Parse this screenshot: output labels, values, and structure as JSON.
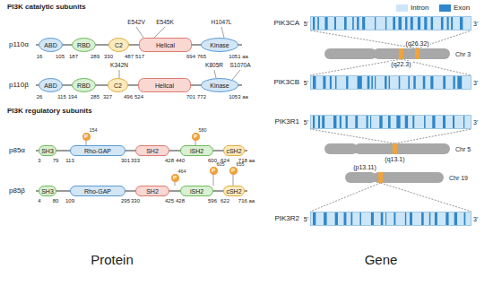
{
  "diagram": {
    "nodes": [
      {
        "text": [
          "ABD"
        ]
      },
      {
        "text": [
          "RBD"
        ]
      },
      {
        "text": [
          "C2"
        ]
      },
      {
        "text": [
          "Helical"
        ]
      },
      {
        "text": [
          "Kinase"
        ]
      },
      {
        "text": [
          "ABD"
        ]
      },
      {
        "text": [
          "RBD"
        ]
      },
      {
        "text": [
          "C2"
        ]
      },
      {
        "text": [
          "Helical"
        ]
      },
      {
        "text": [
          "Kinase"
        ]
      },
      {
        "text": [
          "SH3"
        ]
      },
      {
        "text": [
          "Rho-GAP"
        ]
      },
      {
        "text": [
          "SH2"
        ]
      },
      {
        "text": [
          "iSH2"
        ]
      },
      {
        "text": [
          "cSH2"
        ]
      },
      {
        "text": [
          "P",
          "154"
        ]
      },
      {
        "text": [
          "P",
          "580"
        ]
      },
      {
        "text": [
          "SH3"
        ]
      },
      {
        "text": [
          "Rho-GAP"
        ]
      },
      {
        "text": [
          "SH2"
        ]
      },
      {
        "text": [
          "iSH2"
        ]
      },
      {
        "text": [
          "cSH2"
        ]
      },
      {
        "text": [
          "P",
          "464"
        ]
      },
      {
        "text": [
          "P",
          "605"
        ]
      },
      {
        "text": [
          "P",
          "655"
        ]
      },
      {
        "text": [
          "PIK3CA",
          "5'",
          "3'"
        ]
      },
      {
        "text": [
          "(q26.32)",
          "Chr 3",
          "(q22.3)"
        ]
      },
      {
        "text": [
          "PIK3CB",
          "5'",
          "3'"
        ]
      },
      {
        "text": [
          "PIK3R1",
          "5'",
          "3'"
        ]
      },
      {
        "text": [
          "Chr 5",
          "(q13.1)"
        ]
      },
      {
        "text": [
          "(p13.11)",
          "Chr 19"
        ]
      },
      {
        "text": [
          "PIK3R2",
          "5'",
          "3'"
        ]
      }
    ],
    "edges": [
      {
        "from": 26,
        "to": 25,
        "arrow": "none"
      },
      {
        "from": 26,
        "to": 25,
        "arrow": "none"
      },
      {
        "from": 26,
        "to": 27,
        "arrow": "none"
      },
      {
        "from": 26,
        "to": 27,
        "arrow": "none"
      },
      {
        "from": 29,
        "to": 28,
        "arrow": "none"
      },
      {
        "from": 29,
        "to": 28,
        "arrow": "none"
      },
      {
        "from": 30,
        "to": 31,
        "arrow": "none"
      },
      {
        "from": 30,
        "to": 31,
        "arrow": "none"
      }
    ],
    "labels": [
      "PI3K catalytic subunits",
      "p110α",
      "E542V",
      "E545K",
      "H1047L",
      "16",
      "105",
      "187",
      "289",
      "330",
      "487",
      "517",
      "694",
      "765",
      "1051 aa",
      "p110β",
      "K342N",
      "K805R",
      "S1070A",
      "26",
      "115",
      "194",
      "285",
      "327",
      "496",
      "524",
      "701",
      "772",
      "1053 aa",
      "PI3K regulatory subunits",
      "p85α",
      "3",
      "79",
      "113",
      "301",
      "333",
      "428",
      "440",
      "600",
      "624",
      "718 aa",
      "p85β",
      "4",
      "80",
      "109",
      "295",
      "330",
      "425",
      "428",
      "596",
      "622",
      "716 aa",
      "Protein",
      "Gene"
    ],
    "legend": [
      {
        "text": "Intron",
        "color": "#cde6f7"
      },
      {
        "text": "Exon",
        "color": "#2f86c9"
      }
    ]
  }
}
